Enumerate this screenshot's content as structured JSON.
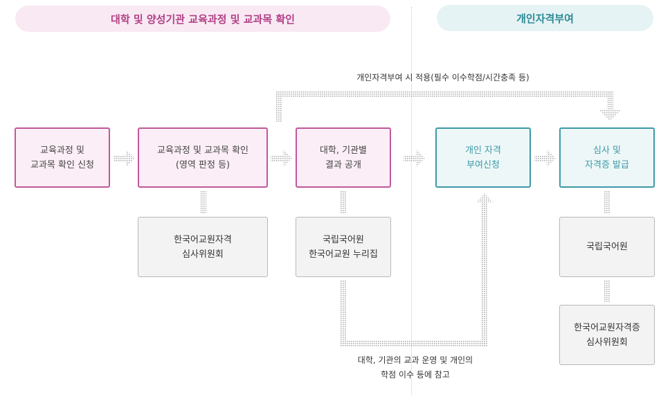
{
  "header": {
    "left_title": "대학 및 양성기관 교육과정 및 교과목 확인",
    "right_title": "개인자격부여"
  },
  "top_route_label": "개인자격부여 시 적용(필수 이수학점/시간충족 등)",
  "steps": {
    "step1": [
      "교육과정 및",
      "교과목 확인 신청"
    ],
    "step2": [
      "교육과정 및 교과목 확인",
      "(영역 판정 등)"
    ],
    "step3": [
      "대학, 기관별",
      "결과 공개"
    ],
    "step4": [
      "개인 자격",
      "부여신청"
    ],
    "step5": [
      "심사 및",
      "자격증 발급"
    ]
  },
  "support": {
    "committee": [
      "한국어교원자격",
      "심사위원회"
    ],
    "institute_site": [
      "국립국어원",
      "한국어교원 누리집"
    ],
    "institute": [
      "국립국어원"
    ],
    "committee2": [
      "한국어교원자격증",
      "심사위원회"
    ]
  },
  "bottom_route_label": [
    "대학, 기관의 교과 운영 및 개인의",
    "학점 이수 등에 참고"
  ],
  "colors": {
    "pink": "#c2579a",
    "teal": "#3a9aa6",
    "gray_border": "#b8b8b8",
    "dotted_arrow": "#b0b0b0"
  }
}
